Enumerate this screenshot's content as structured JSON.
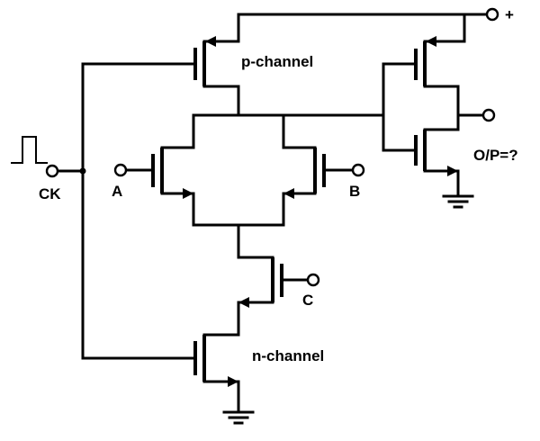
{
  "labels": {
    "p_channel": "p-channel",
    "n_channel": "n-channel",
    "ck": "CK",
    "a": "A",
    "b": "B",
    "c": "C",
    "output": "O/P=?",
    "vdd": "+"
  },
  "colors": {
    "stroke": "#000000",
    "background": "#ffffff"
  }
}
